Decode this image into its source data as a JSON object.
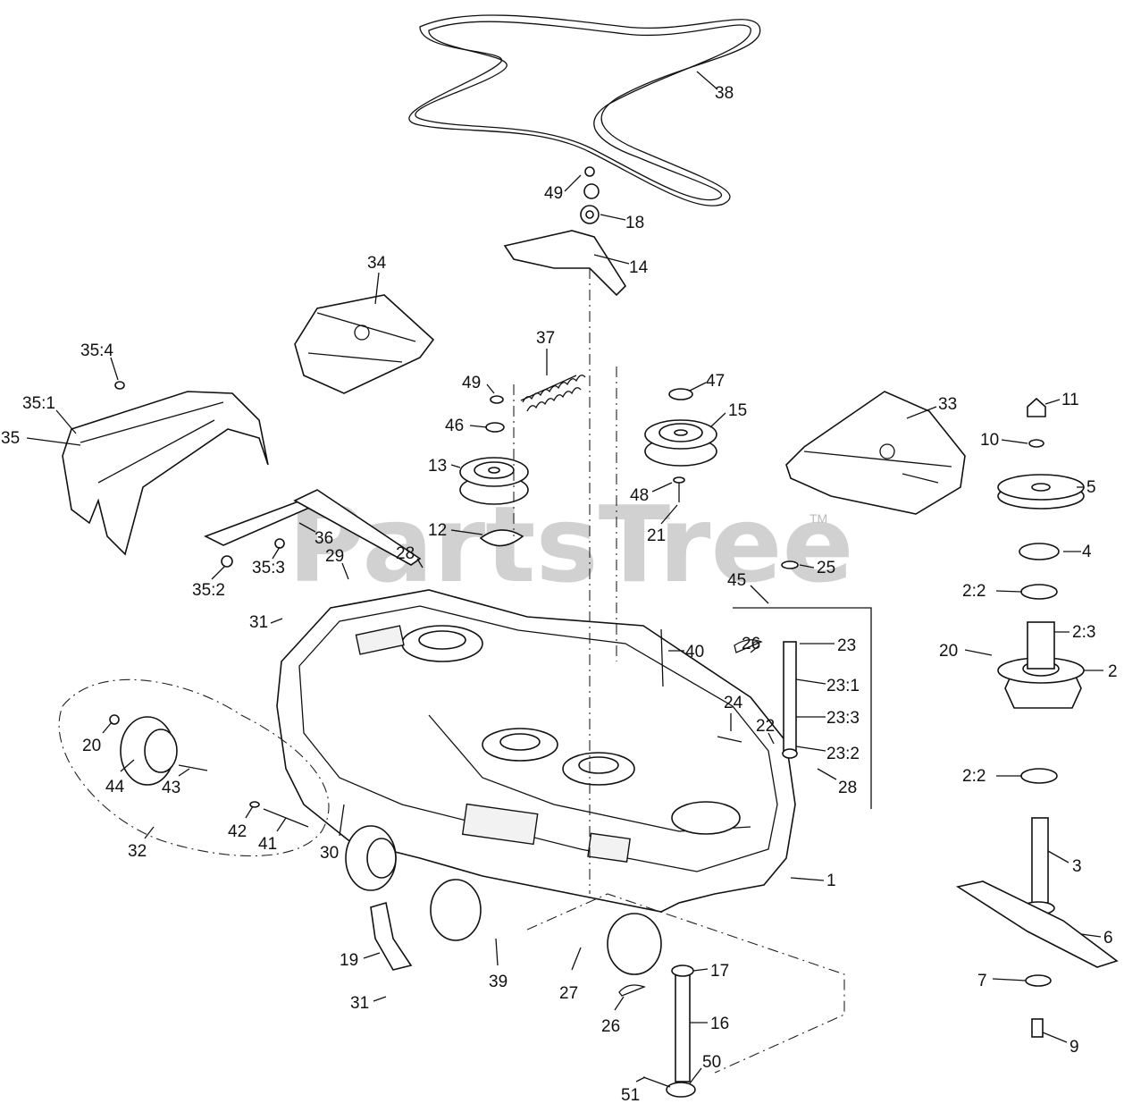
{
  "watermark": {
    "text": "PartsTree",
    "trademark": "TM"
  },
  "callouts": [
    {
      "id": "38",
      "text": "38"
    },
    {
      "id": "49a",
      "text": "49"
    },
    {
      "id": "18",
      "text": "18"
    },
    {
      "id": "14",
      "text": "14"
    },
    {
      "id": "34",
      "text": "34"
    },
    {
      "id": "37",
      "text": "37"
    },
    {
      "id": "49b",
      "text": "49"
    },
    {
      "id": "47",
      "text": "47"
    },
    {
      "id": "15",
      "text": "15"
    },
    {
      "id": "46",
      "text": "46"
    },
    {
      "id": "13",
      "text": "13"
    },
    {
      "id": "48",
      "text": "48"
    },
    {
      "id": "21",
      "text": "21"
    },
    {
      "id": "12",
      "text": "12"
    },
    {
      "id": "33",
      "text": "33"
    },
    {
      "id": "35_4",
      "text": "35:4"
    },
    {
      "id": "35_1",
      "text": "35:1"
    },
    {
      "id": "35",
      "text": "35"
    },
    {
      "id": "36",
      "text": "36"
    },
    {
      "id": "35_3",
      "text": "35:3"
    },
    {
      "id": "35_2",
      "text": "35:2"
    },
    {
      "id": "28a",
      "text": "28"
    },
    {
      "id": "29",
      "text": "29"
    },
    {
      "id": "31a",
      "text": "31"
    },
    {
      "id": "11",
      "text": "11"
    },
    {
      "id": "10",
      "text": "10"
    },
    {
      "id": "5",
      "text": "5"
    },
    {
      "id": "4",
      "text": "4"
    },
    {
      "id": "2_2a",
      "text": "2:2"
    },
    {
      "id": "2_3",
      "text": "2:3"
    },
    {
      "id": "20a",
      "text": "20"
    },
    {
      "id": "2",
      "text": "2"
    },
    {
      "id": "2_2b",
      "text": "2:2"
    },
    {
      "id": "3",
      "text": "3"
    },
    {
      "id": "6",
      "text": "6"
    },
    {
      "id": "7",
      "text": "7"
    },
    {
      "id": "9",
      "text": "9"
    },
    {
      "id": "25",
      "text": "25"
    },
    {
      "id": "45",
      "text": "45"
    },
    {
      "id": "23",
      "text": "23"
    },
    {
      "id": "26a",
      "text": "26"
    },
    {
      "id": "23_1",
      "text": "23:1"
    },
    {
      "id": "40",
      "text": "40"
    },
    {
      "id": "24",
      "text": "24"
    },
    {
      "id": "23_3",
      "text": "23:3"
    },
    {
      "id": "22",
      "text": "22"
    },
    {
      "id": "23_2",
      "text": "23:2"
    },
    {
      "id": "28b",
      "text": "28"
    },
    {
      "id": "20b",
      "text": "20"
    },
    {
      "id": "44",
      "text": "44"
    },
    {
      "id": "43",
      "text": "43"
    },
    {
      "id": "42",
      "text": "42"
    },
    {
      "id": "41",
      "text": "41"
    },
    {
      "id": "32",
      "text": "32"
    },
    {
      "id": "30",
      "text": "30"
    },
    {
      "id": "1",
      "text": "1"
    },
    {
      "id": "19",
      "text": "19"
    },
    {
      "id": "31b",
      "text": "31"
    },
    {
      "id": "39",
      "text": "39"
    },
    {
      "id": "27",
      "text": "27"
    },
    {
      "id": "17",
      "text": "17"
    },
    {
      "id": "26b",
      "text": "26"
    },
    {
      "id": "16",
      "text": "16"
    },
    {
      "id": "50",
      "text": "50"
    },
    {
      "id": "51",
      "text": "51"
    }
  ]
}
